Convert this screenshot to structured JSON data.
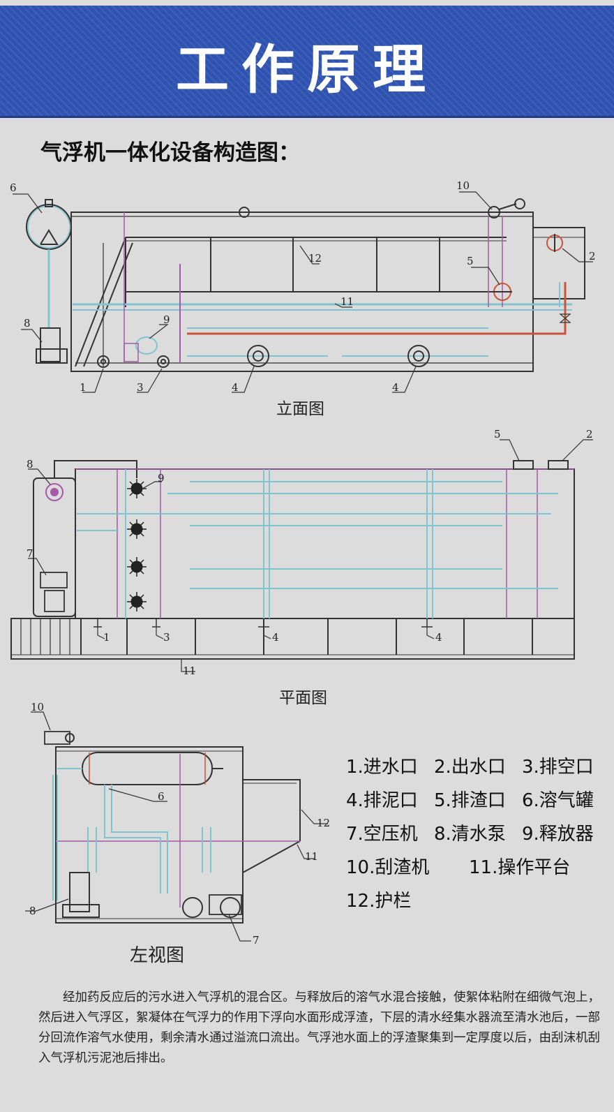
{
  "banner": {
    "title": "工作原理"
  },
  "heading": "气浮机一体化设备构造图：",
  "views": {
    "elevation": "立面图",
    "plan": "平面图",
    "side": "左视图"
  },
  "callouts": {
    "elevation": [
      "6",
      "10",
      "12",
      "5",
      "2",
      "11",
      "9",
      "8",
      "1",
      "3",
      "4",
      "4"
    ],
    "plan": [
      "5",
      "2",
      "8",
      "9",
      "7",
      "1",
      "3",
      "4",
      "4",
      "11"
    ],
    "side": [
      "10",
      "6",
      "12",
      "11",
      "8",
      "7"
    ]
  },
  "legend": [
    "1.进水口",
    "2.出水口",
    "3.排空口",
    "4.排泥口",
    "5.排渣口",
    "6.溶气罐",
    "7.空压机",
    "8.清水泵",
    "9.释放器",
    "10.刮渣机",
    "11.操作平台",
    "12.护栏"
  ],
  "description": "经加药反应后的污水进入气浮机的混合区。与释放后的溶气水混合接触，使絮体粘附在细微气泡上，然后进入气浮区，絮凝体在气浮力的作用下浮向水面形成浮渣，下层的清水经集水器流至清水池后，一部分回流作溶气水使用，剩余清水通过溢流口流出。气浮池水面上的浮渣聚集到一定厚度以后，由刮沫机刮入气浮机污泥池后排出。",
  "colors": {
    "banner": "#2f53b0",
    "outline": "#333333",
    "pipe_cyan": "#7fc4cf",
    "pipe_purple": "#a45aa8",
    "pipe_red": "#c9553a"
  }
}
